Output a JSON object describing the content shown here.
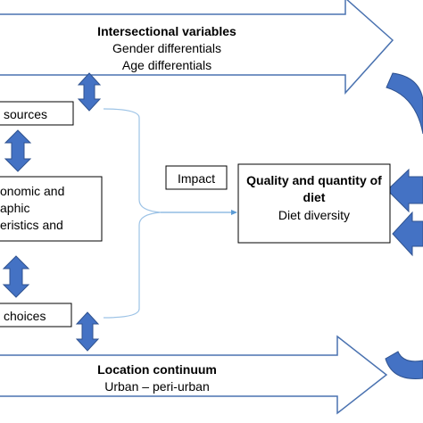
{
  "intersectional": {
    "title": "Intersectional variables",
    "line1": "Gender differentials",
    "line2": "Age differentials"
  },
  "left_boxes": {
    "sources": "sources",
    "socio_line1": "onomic and",
    "socio_line2": "aphic",
    "socio_line3": "eristics and",
    "choices": "choices"
  },
  "impact_label": "Impact",
  "outcome": {
    "title_line1": "Quality and quantity of",
    "title_line2": "diet",
    "subtitle": "Diet diversity"
  },
  "location": {
    "title": "Location continuum",
    "subtitle": "Urban – peri-urban"
  },
  "colors": {
    "arrow_outline": "#4a72b0",
    "blue_fill": "#4472c4",
    "blue_dark": "#2f528f",
    "bracket": "#9dc3e6",
    "impact_line": "#5b9bd5",
    "box_border": "#000000"
  }
}
